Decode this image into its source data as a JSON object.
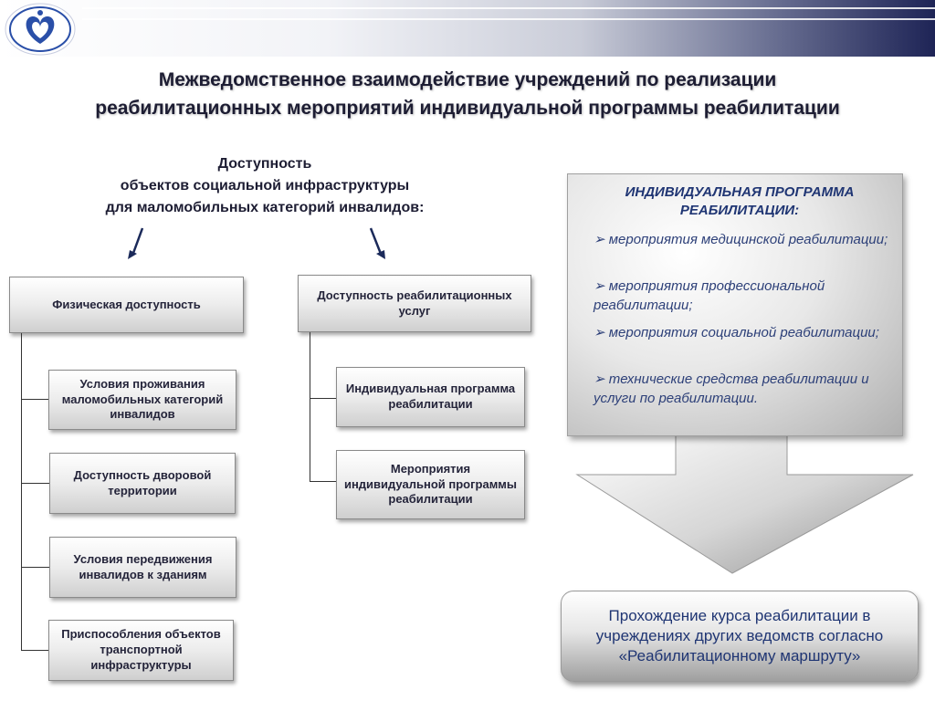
{
  "title": {
    "line1": "Межведомственное взаимодействие учреждений по реализации",
    "line2": "реабилитационных мероприятий индивидуальной программы реабилитации"
  },
  "subtitle": {
    "line1": "Доступность",
    "line2": "объектов социальной инфраструктуры",
    "line3": "для маломобильных категорий инвалидов:"
  },
  "left_branch": {
    "header": "Физическая доступность",
    "children": [
      "Условия проживания маломобильных категорий инвалидов",
      "Доступность дворовой территории",
      "Условия передвижения инвалидов к зданиям",
      "Приспособления объектов транспортной инфраструктуры"
    ]
  },
  "middle_branch": {
    "header": "Доступность реабилитационных услуг",
    "children": [
      "Индивидуальная программа реабилитации",
      "Мероприятия индивидуальной программы реабилитации"
    ]
  },
  "ipr_panel": {
    "title": "ИНДИВИДУАЛЬНАЯ ПРОГРАММА РЕАБИЛИТАЦИИ:",
    "items": [
      "➢ мероприятия медицинской реабилитации;",
      "➢ мероприятия профессиональной реабилитации;",
      "➢ мероприятия социальной реабилитации;",
      "➢ технические средства реабилитации и услуги по реабилитации."
    ]
  },
  "result": "Прохождение курса реабилитации в учреждениях других ведомств согласно «Реабилитационному маршруту»",
  "colors": {
    "header_dark": "#1e2456",
    "accent_text": "#1f3573",
    "logo_blue": "#2a4fa8"
  }
}
